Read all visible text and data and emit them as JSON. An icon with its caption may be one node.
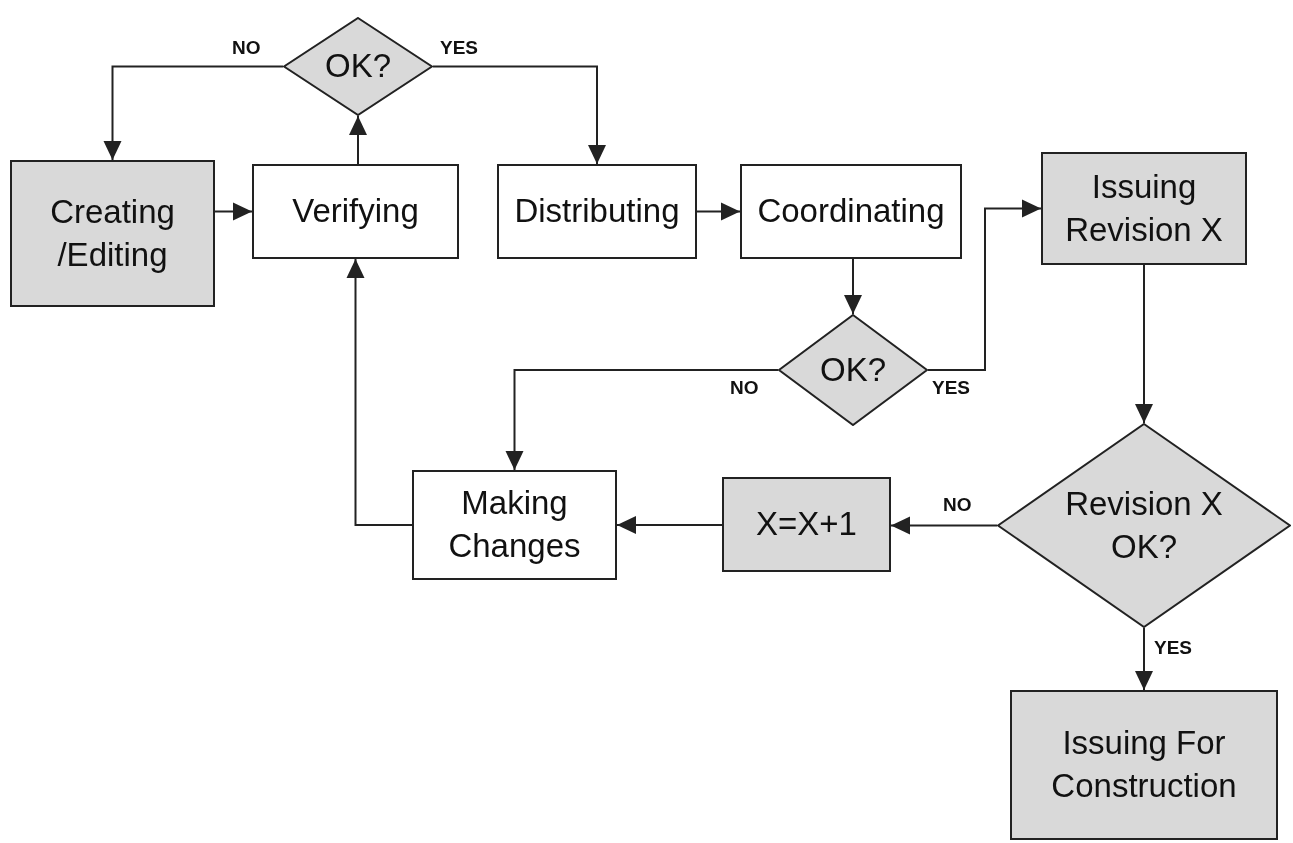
{
  "diagram": {
    "nodes": [
      {
        "text": [
          "Creating /Editing"
        ]
      },
      {
        "text": [
          "Verifying"
        ]
      },
      {
        "text": [
          "OK?"
        ]
      },
      {
        "text": [
          "Distributing"
        ]
      },
      {
        "text": [
          "Coordinating"
        ]
      },
      {
        "text": [
          "Issuing Revision X"
        ]
      },
      {
        "text": [
          "OK?"
        ]
      },
      {
        "text": [
          "Making Changes"
        ]
      },
      {
        "text": [
          "X=X+1"
        ]
      },
      {
        "text": [
          "Revision X OK?"
        ]
      },
      {
        "text": [
          "Issuing For Construction"
        ]
      }
    ],
    "edges": [
      {
        "from": 2,
        "to": 0,
        "arrow": "to",
        "label": "NO"
      },
      {
        "from": 2,
        "to": 3,
        "arrow": "to",
        "label": "YES"
      },
      {
        "from": 0,
        "to": 1,
        "arrow": "to"
      },
      {
        "from": 1,
        "to": 2,
        "arrow": "to"
      },
      {
        "from": 3,
        "to": 4,
        "arrow": "to"
      },
      {
        "from": 4,
        "to": 6,
        "arrow": "to"
      },
      {
        "from": 6,
        "to": 5,
        "arrow": "to",
        "label": "YES"
      },
      {
        "from": 6,
        "to": 7,
        "arrow": "to",
        "label": "NO"
      },
      {
        "from": 5,
        "to": 9,
        "arrow": "to"
      },
      {
        "from": 9,
        "to": 8,
        "arrow": "to",
        "label": "NO"
      },
      {
        "from": 8,
        "to": 7,
        "arrow": "to"
      },
      {
        "from": 7,
        "to": 1,
        "arrow": "to"
      },
      {
        "from": 9,
        "to": 10,
        "arrow": "to",
        "label": "YES"
      }
    ]
  }
}
